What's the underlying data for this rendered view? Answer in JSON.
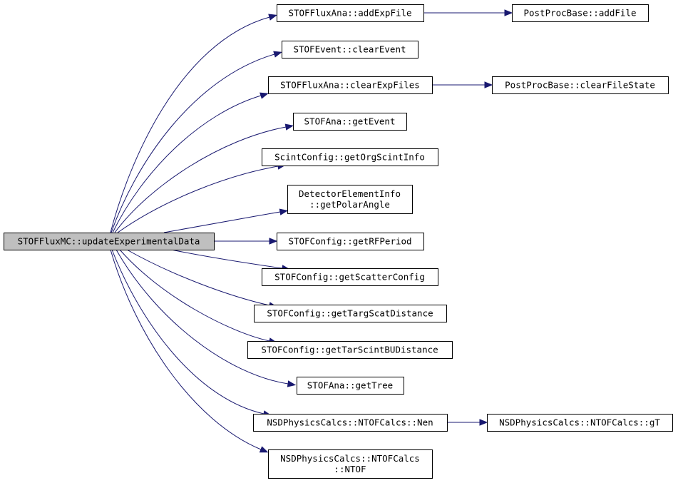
{
  "graph": {
    "title": "",
    "colors": {
      "edge": "#191970",
      "root_fill": "#bfbfbf",
      "node_fill": "#ffffff",
      "border": "#000000"
    },
    "nodes": [
      {
        "id": "root",
        "lines": [
          "STOFFluxMC::updateExperimentalData"
        ],
        "root": true
      },
      {
        "id": "addExpFile",
        "lines": [
          "STOFFluxAna::addExpFile"
        ]
      },
      {
        "id": "addFile",
        "lines": [
          "PostProcBase::addFile"
        ]
      },
      {
        "id": "clearEvent",
        "lines": [
          "STOFEvent::clearEvent"
        ]
      },
      {
        "id": "clearExpFiles",
        "lines": [
          "STOFFluxAna::clearExpFiles"
        ]
      },
      {
        "id": "clearFileState",
        "lines": [
          "PostProcBase::clearFileState"
        ]
      },
      {
        "id": "getEvent",
        "lines": [
          "STOFAna::getEvent"
        ]
      },
      {
        "id": "getOrgScintInfo",
        "lines": [
          "ScintConfig::getOrgScintInfo"
        ]
      },
      {
        "id": "getPolarAngle",
        "lines": [
          "DetectorElementInfo",
          "::getPolarAngle"
        ]
      },
      {
        "id": "getRFPeriod",
        "lines": [
          "STOFConfig::getRFPeriod"
        ]
      },
      {
        "id": "getScatterConfig",
        "lines": [
          "STOFConfig::getScatterConfig"
        ]
      },
      {
        "id": "getTargScatDistance",
        "lines": [
          "STOFConfig::getTargScatDistance"
        ]
      },
      {
        "id": "getTarScintBUDistance",
        "lines": [
          "STOFConfig::getTarScintBUDistance"
        ]
      },
      {
        "id": "getTree",
        "lines": [
          "STOFAna::getTree"
        ]
      },
      {
        "id": "Nen",
        "lines": [
          "NSDPhysicsCalcs::NTOFCalcs::Nen"
        ]
      },
      {
        "id": "gT",
        "lines": [
          "NSDPhysicsCalcs::NTOFCalcs::gT"
        ]
      },
      {
        "id": "NTOF",
        "lines": [
          "NSDPhysicsCalcs::NTOFCalcs",
          "::NTOF"
        ]
      }
    ],
    "edges": [
      {
        "from": "root",
        "to": "addExpFile"
      },
      {
        "from": "addExpFile",
        "to": "addFile"
      },
      {
        "from": "root",
        "to": "clearEvent"
      },
      {
        "from": "root",
        "to": "clearExpFiles"
      },
      {
        "from": "clearExpFiles",
        "to": "clearFileState"
      },
      {
        "from": "root",
        "to": "getEvent"
      },
      {
        "from": "root",
        "to": "getOrgScintInfo"
      },
      {
        "from": "root",
        "to": "getPolarAngle"
      },
      {
        "from": "root",
        "to": "getRFPeriod"
      },
      {
        "from": "root",
        "to": "getScatterConfig"
      },
      {
        "from": "root",
        "to": "getTargScatDistance"
      },
      {
        "from": "root",
        "to": "getTarScintBUDistance"
      },
      {
        "from": "root",
        "to": "getTree"
      },
      {
        "from": "root",
        "to": "Nen"
      },
      {
        "from": "Nen",
        "to": "gT"
      },
      {
        "from": "root",
        "to": "NTOF"
      }
    ]
  }
}
